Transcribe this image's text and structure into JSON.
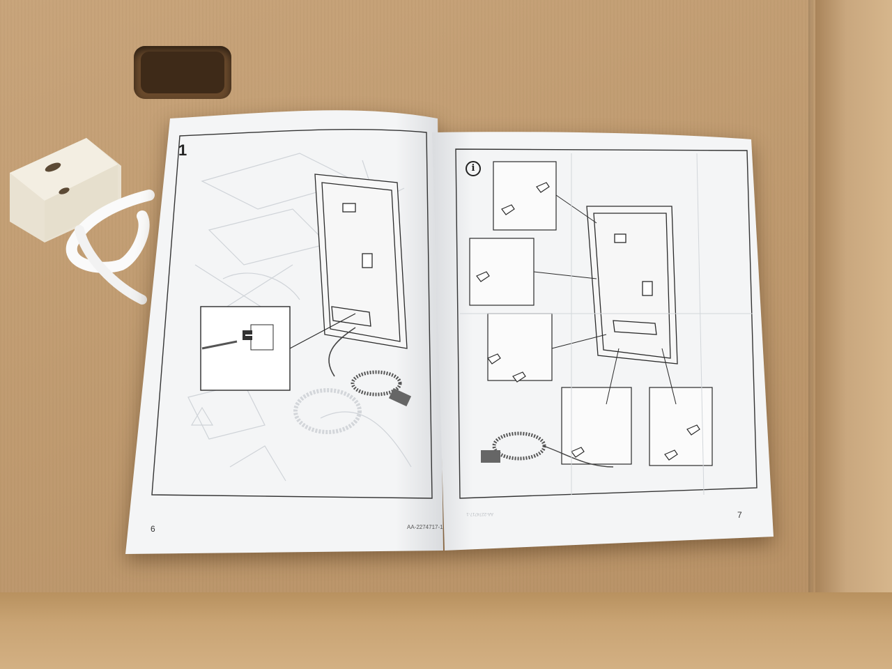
{
  "manual": {
    "left_page": {
      "step_number": "1",
      "page_number": "6",
      "doc_code": "AA-2274717-1"
    },
    "right_page": {
      "info_symbol": "i",
      "page_number": "7"
    }
  },
  "colors": {
    "cardboard": "#c4a075",
    "paper": "#f4f5f6",
    "line_art": "#2a2a2a",
    "faded_art": "#c9cdd2",
    "bracket": "#f1ece0",
    "strap": "#fbfbfb"
  }
}
